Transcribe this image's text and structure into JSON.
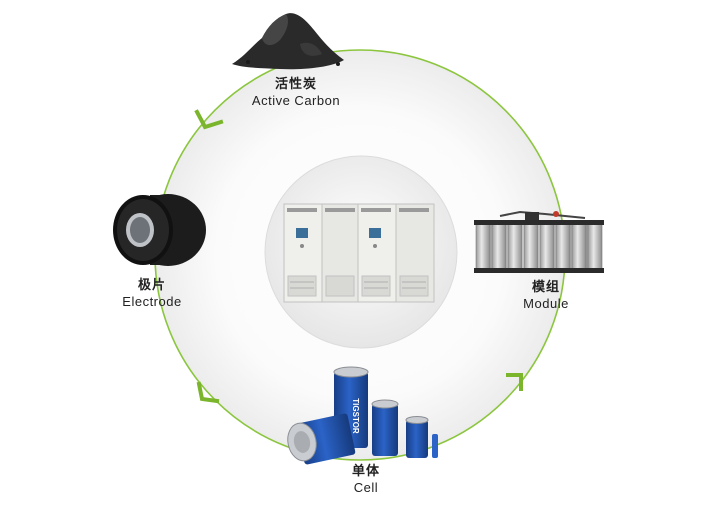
{
  "colors": {
    "ring": "#8cc63f",
    "arrow": "#7ab52b",
    "accent_blue": "#1f4fa8"
  },
  "center": {
    "icon": "power-cabinet-icon"
  },
  "stages": [
    {
      "icon": "carbon-powder-icon",
      "cn": "活性炭",
      "en": "Active Carbon"
    },
    {
      "icon": "capacitor-module-icon",
      "cn": "模组",
      "en": "Module"
    },
    {
      "icon": "supercapacitor-cells-icon",
      "cn": "单体",
      "en": "Cell"
    },
    {
      "icon": "electrode-roll-icon",
      "cn": "极片",
      "en": "Electrode"
    }
  ],
  "cell_brand": "TIGSTOR"
}
